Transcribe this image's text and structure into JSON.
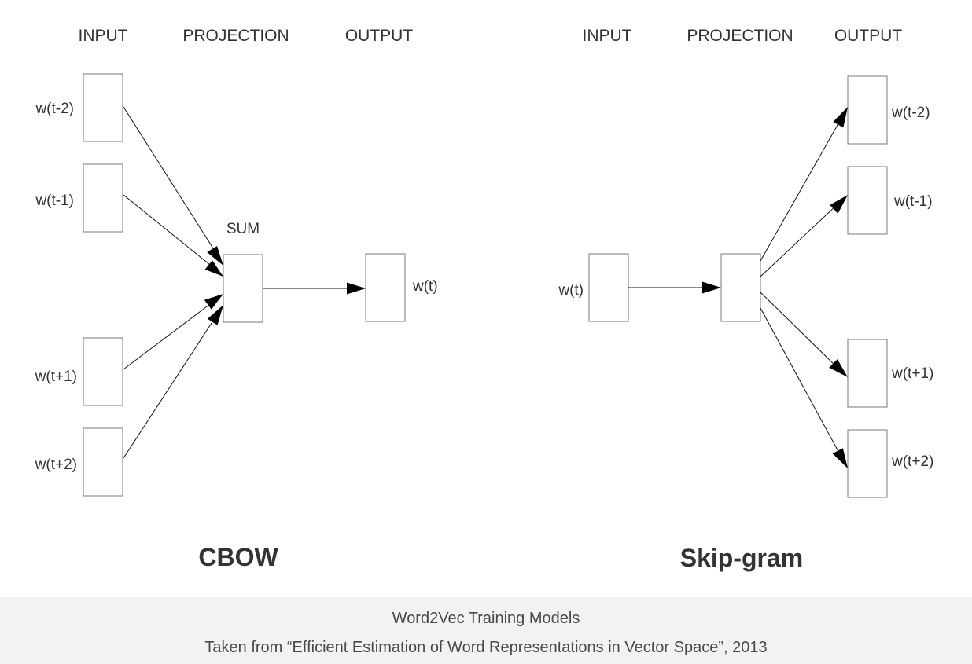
{
  "cbow": {
    "headers": {
      "input": "INPUT",
      "projection": "PROJECTION",
      "output": "OUTPUT"
    },
    "inputs": [
      "w(t-2)",
      "w(t-1)",
      "w(t+1)",
      "w(t+2)"
    ],
    "projection_label": "SUM",
    "output": "w(t)",
    "title": "CBOW"
  },
  "skipgram": {
    "headers": {
      "input": "INPUT",
      "projection": "PROJECTION",
      "output": "OUTPUT"
    },
    "input": "w(t)",
    "outputs": [
      "w(t-2)",
      "w(t-1)",
      "w(t+1)",
      "w(t+2)"
    ],
    "title": "Skip-gram"
  },
  "caption": {
    "title": "Word2Vec Training Models",
    "source": "Taken from “Efficient Estimation of Word Representations in Vector Space”, 2013"
  }
}
